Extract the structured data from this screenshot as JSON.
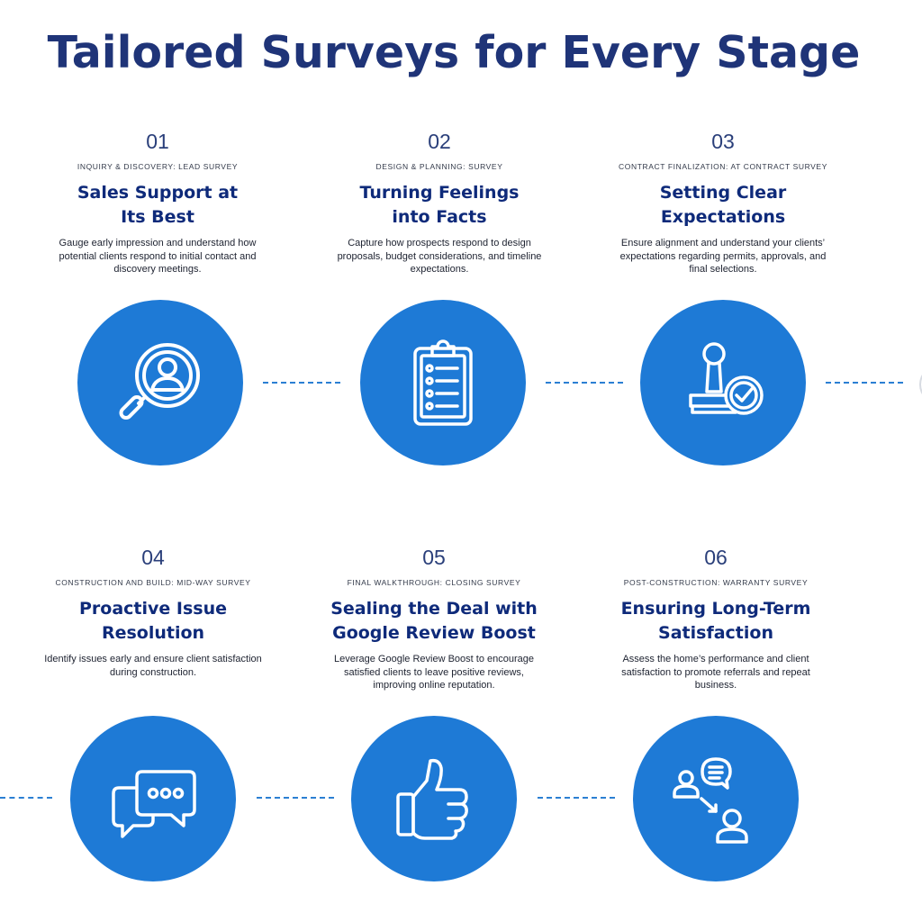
{
  "title": "Tailored Surveys for Every Stage",
  "colors": {
    "title": "#1f3478",
    "heading": "#0e2a7a",
    "circle": "#1e7ad6",
    "connector": "#2b7fd3"
  },
  "steps": [
    {
      "number": "01",
      "stage": "INQUIRY & DISCOVERY: LEAD SURVEY",
      "title_line1": "Sales Support at",
      "title_line2": "Its Best",
      "description": "Gauge early impression and understand how potential clients respond to initial contact and discovery meetings.",
      "icon": "magnifier-person-icon"
    },
    {
      "number": "02",
      "stage": "DESIGN & PLANNING: SURVEY",
      "title_line1": "Turning Feelings",
      "title_line2": "into Facts",
      "description": "Capture how prospects respond to design proposals, budget considerations, and timeline expectations.",
      "icon": "clipboard-checklist-icon"
    },
    {
      "number": "03",
      "stage": "CONTRACT FINALIZATION: AT CONTRACT SURVEY",
      "title_line1": "Setting Clear",
      "title_line2": "Expectations",
      "description": "Ensure alignment and understand your clients’ expectations regarding permits, approvals, and final selections.",
      "icon": "stamp-approved-icon"
    },
    {
      "number": "04",
      "stage": "CONSTRUCTION AND BUILD: MID-WAY SURVEY",
      "title_line1": "Proactive Issue",
      "title_line2": "Resolution",
      "description": "Identify issues early and ensure client satisfaction during construction.",
      "icon": "chat-bubbles-icon"
    },
    {
      "number": "05",
      "stage": "FINAL WALKTHROUGH: CLOSING SURVEY",
      "title_line1": "Sealing the Deal with",
      "title_line2": "Google Review Boost",
      "description": "Leverage Google Review Boost to encourage satisfied clients to leave positive reviews, improving online reputation.",
      "icon": "thumbs-up-icon"
    },
    {
      "number": "06",
      "stage": "POST-CONSTRUCTION: WARRANTY SURVEY",
      "title_line1": "Ensuring Long-Term",
      "title_line2": "Satisfaction",
      "description": "Assess the home’s performance and client satisfaction to promote referrals and repeat business.",
      "icon": "referral-people-icon"
    }
  ]
}
